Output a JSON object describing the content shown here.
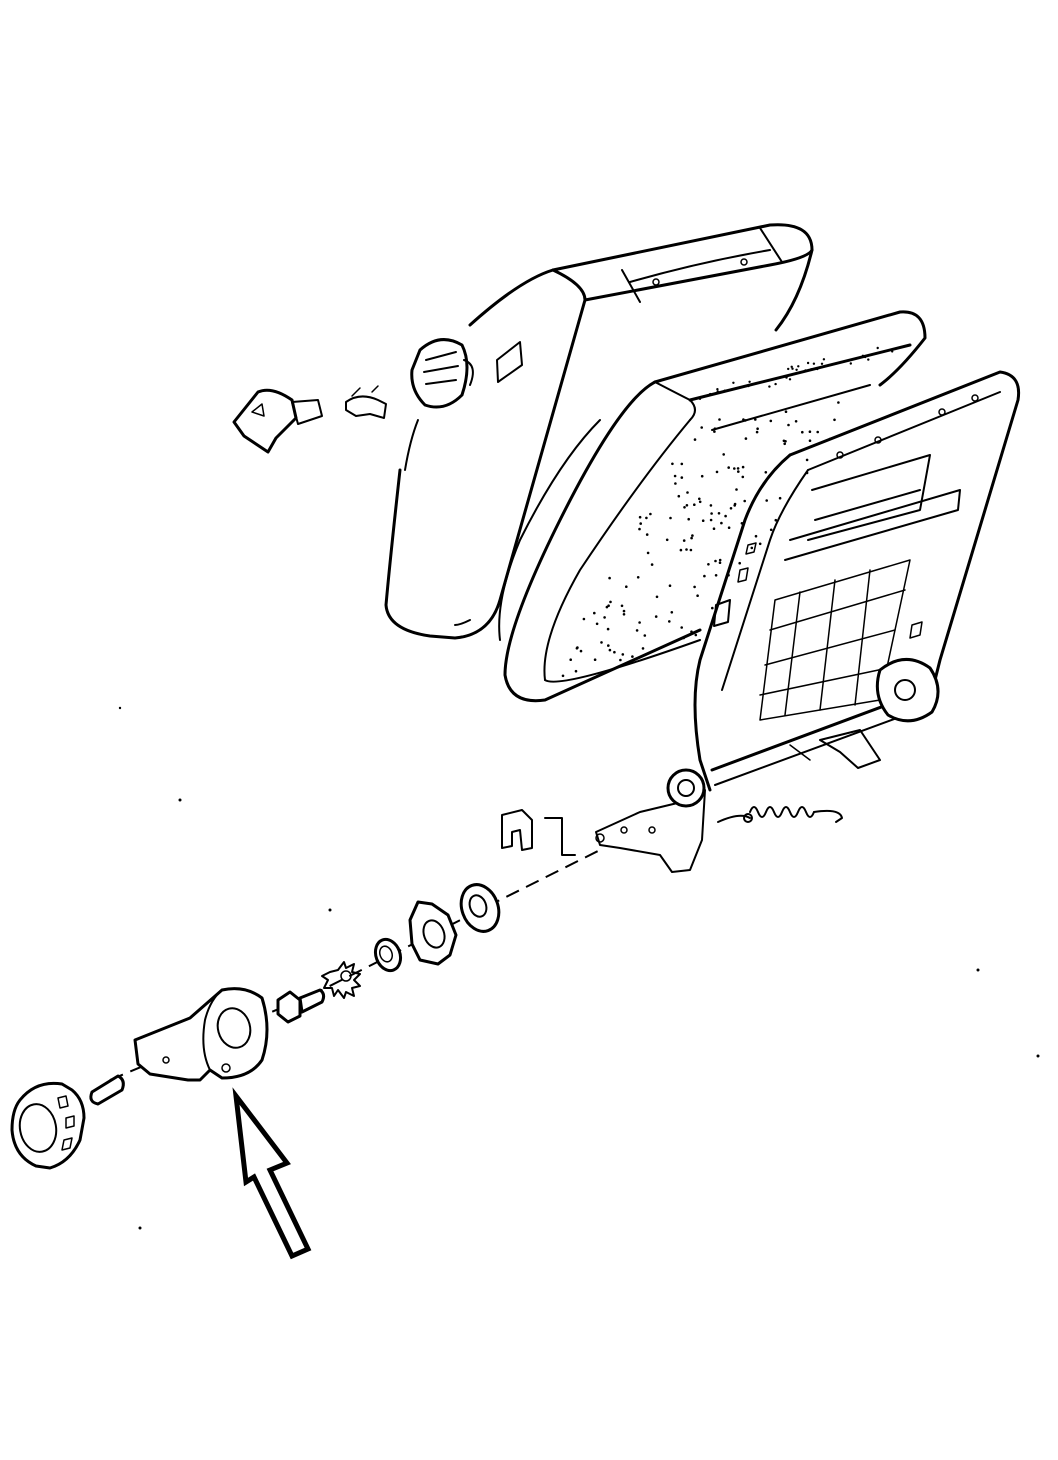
{
  "diagram": {
    "type": "exploded-parts-view",
    "parts": [
      "seat-back-cover",
      "seat-back-pad",
      "seat-back-frame",
      "recliner-hinge",
      "tension-spring",
      "retainer-clip",
      "spacer-bushing",
      "lock-plate",
      "cup-washer",
      "star-washer",
      "bolt",
      "recliner-lever",
      "pin",
      "adjuster-knob",
      "release-handle",
      "release-clip",
      "release-grommet"
    ],
    "highlighted_part": "recliner-lever",
    "pointer": "outline-arrow",
    "line_color": "#000000",
    "background_color": "#ffffff"
  }
}
